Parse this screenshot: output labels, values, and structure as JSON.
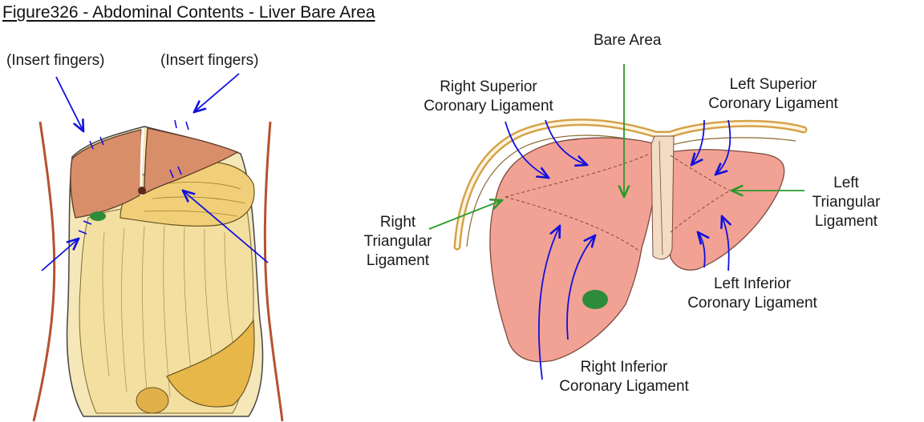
{
  "figure": {
    "title": "Figure326 - Abdominal Contents - Liver Bare Area"
  },
  "left_panel": {
    "insert_left": "(Insert fingers)",
    "insert_right": "(Insert fingers)"
  },
  "right_panel": {
    "bare_area": "Bare Area",
    "right_superior": [
      "Right Superior",
      "Coronary Ligament"
    ],
    "left_superior": [
      "Left Superior",
      "Coronary Ligament"
    ],
    "left_triangular": [
      "Left",
      "Triangular",
      "Ligament"
    ],
    "right_triangular": [
      "Right",
      "Triangular",
      "Ligament"
    ],
    "left_inferior": [
      "Left Inferior",
      "Coronary Ligament"
    ],
    "right_inferior": [
      "Right Inferior",
      "Coronary Ligament"
    ]
  },
  "colors": {
    "arrow_blue": "#1010e0",
    "arrow_green": "#2a9a2a",
    "liver": "#f2a294",
    "liver_left_panel": "#d98e6a",
    "omentum": "#f3dfa0",
    "gallbladder": "#2e8b3a",
    "body_wall": "#b5532d",
    "diaphragm": "#d4a24a"
  }
}
